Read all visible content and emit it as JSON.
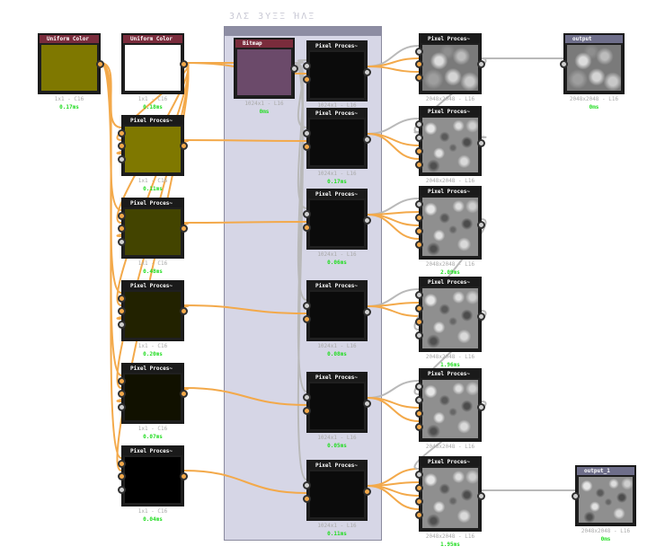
{
  "frame": {
    "title": "ЗΛΣ ЗΥΞΞ ΉΛΞ"
  },
  "colors": {
    "wire_orange": "#f3a94a",
    "wire_gray": "#b9b9b9",
    "time_green": "#22dd22",
    "frame_bg": "#d6d6e6"
  },
  "nodes": {
    "uc1": {
      "title": "Uniform Color",
      "header_color": "#7a2c3c",
      "swatch": "#7f7800",
      "caption": "1x1 - C16",
      "time": "0.17ms"
    },
    "uc2": {
      "title": "Uniform Color",
      "header_color": "#7a2c3c",
      "swatch": "#ffffff",
      "caption": "1x1 - C16",
      "time": "0.18ms"
    },
    "pa1": {
      "title": "Pixel Proces~",
      "swatch": "#7f7800",
      "caption": "1x1 - C16",
      "time": "0.11ms"
    },
    "pa2": {
      "title": "Pixel Proces~",
      "swatch": "#434400",
      "caption": "1x1 - C16",
      "time": "0.48ms"
    },
    "pa3": {
      "title": "Pixel Proces~",
      "swatch": "#222200",
      "caption": "1x1 - C16",
      "time": "0.20ms"
    },
    "pa4": {
      "title": "Pixel Proces~",
      "swatch": "#111100",
      "caption": "1x1 - C16",
      "time": "0.07ms"
    },
    "pa5": {
      "title": "Pixel Proces~",
      "swatch": "#000000",
      "caption": "1x1 - C16",
      "time": "0.04ms"
    },
    "bitmap": {
      "title": "Bitmap",
      "header_color": "#7a2c3c",
      "swatch": "#6b4a6a",
      "caption": "1024x1 - L16",
      "time": "0ms"
    },
    "pb0": {
      "title": "Pixel Proces~",
      "swatch": "#0b0b0b",
      "caption": "1024x1 - L16",
      "time": ""
    },
    "pb1": {
      "title": "Pixel Proces~",
      "swatch": "#0b0b0b",
      "caption": "1024x1 - L16",
      "time": "0.17ms"
    },
    "pb2": {
      "title": "Pixel Proces~",
      "swatch": "#0b0b0b",
      "caption": "1024x1 - L16",
      "time": "0.06ms"
    },
    "pb3": {
      "title": "Pixel Proces~",
      "swatch": "#0b0b0b",
      "caption": "1024x1 - L16",
      "time": "0.08ms"
    },
    "pb4": {
      "title": "Pixel Proces~",
      "swatch": "#0b0b0b",
      "caption": "1024x1 - L16",
      "time": "0.05ms"
    },
    "pb5": {
      "title": "Pixel Proces~",
      "swatch": "#0b0b0b",
      "caption": "1024x1 - L16",
      "time": "0.11ms"
    },
    "pc0": {
      "title": "Pixel Proces~",
      "caption": "2048x2048 - L16",
      "time": ""
    },
    "pc1": {
      "title": "Pixel Proces~",
      "caption": "2048x2048 - L16",
      "time": ""
    },
    "pc2": {
      "title": "Pixel Proces~",
      "caption": "2048x2048 - L16",
      "time": "2.09ms"
    },
    "pc3": {
      "title": "Pixel Proces~",
      "caption": "2048x2048 - L16",
      "time": "1.96ms"
    },
    "pc4": {
      "title": "Pixel Proces~",
      "caption": "2048x2048 - L16",
      "time": ""
    },
    "pc5": {
      "title": "Pixel Proces~",
      "caption": "2048x2048 - L16",
      "time": "1.95ms"
    },
    "out0": {
      "title": "output",
      "header_color": "#6e6e8a",
      "caption": "2048x2048 - L16",
      "time": "0ms"
    },
    "out1": {
      "title": "output_1",
      "header_color": "#6e6e8a",
      "caption": "2048x2048 - L16",
      "time": "0ms"
    }
  }
}
